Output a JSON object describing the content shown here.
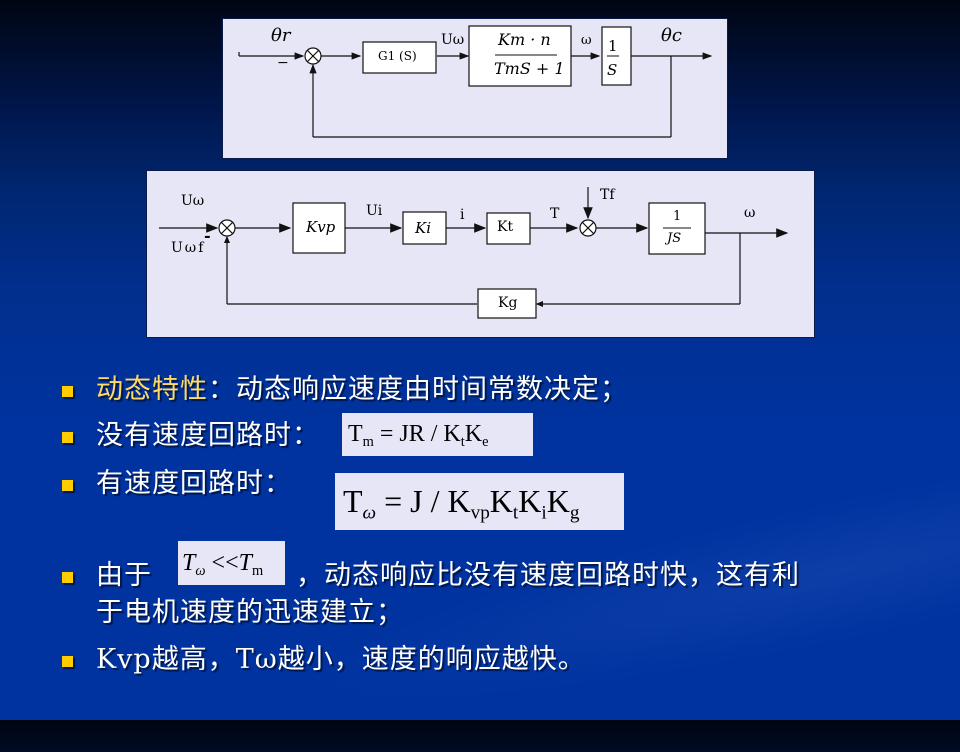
{
  "diagram1": {
    "input_label": "θr",
    "minus_sign": "−",
    "g1_block": "G1 (S)",
    "u_omega_label": "Uω",
    "motor_block": {
      "numerator": "Km · n",
      "denominator": "TmS + 1"
    },
    "omega_label": "ω",
    "integrator_block": {
      "numerator": "1",
      "denominator": "S"
    },
    "output_label": "θc"
  },
  "diagram2": {
    "input_label": "Uω",
    "feedback_label": "Uωf",
    "minus_sign": "-",
    "kvp_block": "Kvp",
    "ui_label": "Ui",
    "ki_block": "Ki",
    "i_label": "i",
    "kt_block": "Kt",
    "t_label": "T",
    "tf_label": "Tf",
    "inertia_block": {
      "numerator": "1",
      "denominator": "JS"
    },
    "omega_label": "ω",
    "kg_block": "Kg"
  },
  "bullets": [
    {
      "highlight": "动态特性",
      "text": "：动态响应速度由时间常数决定；"
    },
    {
      "text": "没有速度回路时："
    },
    {
      "text": "有速度回路时："
    },
    {
      "prefix": "由于",
      "text": "，动态响应比没有速度回路时快，这有利",
      "text2": "于电机速度的迅速建立；"
    },
    {
      "text": "Kvp越高，Tω越小，速度的响应越快。"
    }
  ],
  "formulas": {
    "tm": {
      "lhs": "T",
      "lhs_sub": "m",
      "rhs": "= JR / K",
      "k1_sub": "t",
      "k2": "K",
      "k2_sub": "e"
    },
    "tw": {
      "lhs": "T",
      "lhs_sub": "ω",
      "rhs": "= J / K",
      "s1": "vp",
      "k2": "K",
      "s2": "t",
      "k3": "K",
      "s3": "i",
      "k4": "K",
      "s4": "g"
    },
    "compare": {
      "lhs": "T",
      "lhs_sub": "ω",
      "op": "<<",
      "rhs": "T",
      "rhs_sub": "m"
    }
  },
  "colors": {
    "bullet": "#ffcc00",
    "highlight_text": "#ffd966",
    "panel_bg": "#e6e6f7",
    "slide_bg": "#0033a0"
  }
}
